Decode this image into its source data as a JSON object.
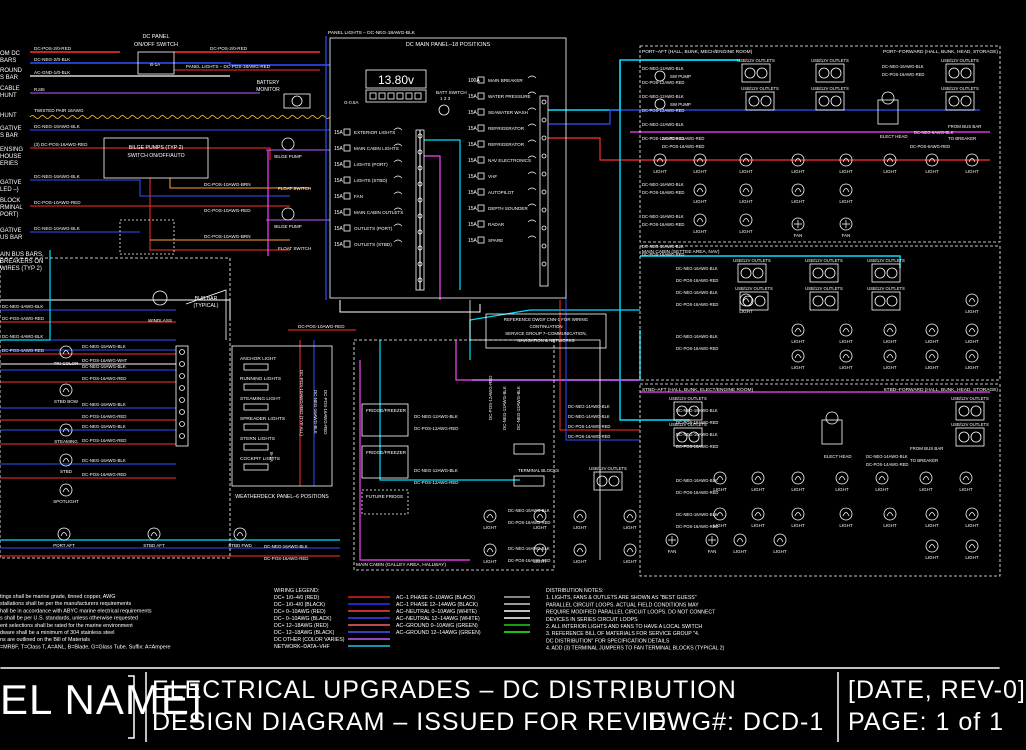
{
  "title_block": {
    "vessel_name": "EL NAME]",
    "line1": "ELECTRICAL UPGRADES – DC DISTRIBUTION",
    "line2": "DESIGN DIAGRAM – ISSUED FOR REVIEW",
    "dwg": "DWG#: DCD-1",
    "rev": "[DATE, REV-0]",
    "page": "PAGE: 1 of 1"
  },
  "left_labels": [
    "OM DC",
    "BARS",
    "ROUND",
    "S BAR",
    "CABLE",
    "HUNT",
    "HUNT",
    "GATIVE",
    "S BAR",
    "ENSING",
    "HOUSE",
    "ERIES",
    "GATIVE",
    "LED –)",
    "BLOCK",
    "RMINAL",
    "PORT)",
    "GATIVE",
    "US BAR",
    "AIN BUS BARS,",
    "BREAKERS ON",
    "WIRES (TYP 2)"
  ],
  "top_left_wires": [
    "DC-POS-2/0-RED",
    "DC-NEG-2/0-BLK",
    "AC-GND-1/0-BLK",
    "RJ45",
    "TWISTED PAIR 16AWG",
    "DC-NEG-16AWG-BLK",
    "(3) DC-POS-16AWG-RED",
    "DC-NEG-18AWG-BLK",
    "DC-POS-10AWG-RED",
    "DC-NEG-10AWG-BLK"
  ],
  "dc_panel": {
    "title1": "DC PANEL",
    "title2": "ON/OFF SWITCH",
    "fuse": "B-1A",
    "wire_out": "DC-POS-2/0-RED",
    "panel_lights": "PANEL LIGHTS – DC-POS-18AWG-RED"
  },
  "battery_monitor": {
    "label1": "BATTERY",
    "label2": "MONITOR"
  },
  "bilge": {
    "title1": "BILGE PUMPS (TYP 2)",
    "title2": "SWITCH ON/OFF/AUTO",
    "pump": "BILGE PUMP",
    "float": "FLOAT SWITCH",
    "w1": "DC-POS-10AWG-BRN",
    "w2": "DC-POS-10AWG-RED",
    "w3": "DC-POS-10AWG-BRN"
  },
  "main_panel": {
    "top_label": "PANEL LIGHTS – DC-NEG-18AWG-BLK",
    "title": "DC MAIN PANEL–18 POSITIONS",
    "voltage": "13.80v",
    "g_label": "G-0.5A",
    "batt_switch": "BATT SWITCH",
    "batt_nums": "1 2 3",
    "left_breakers": [
      {
        "amp": "15A",
        "name": "EXTERIOR LIGHTS"
      },
      {
        "amp": "15A",
        "name": "MAIN CABIN LIGHTS"
      },
      {
        "amp": "15A",
        "name": "LIGHTS (PORT)"
      },
      {
        "amp": "15A",
        "name": "LIGHTS (STBD)"
      },
      {
        "amp": "15A",
        "name": "FAN"
      },
      {
        "amp": "15A",
        "name": "MAIN CABIN OUTLETS"
      },
      {
        "amp": "15A",
        "name": "OUTLETS (PORT)"
      },
      {
        "amp": "15A",
        "name": "OUTLETS (STBD)"
      }
    ],
    "right_breakers": [
      {
        "amp": "100A",
        "name": "MAIN BREAKER"
      },
      {
        "amp": "15A",
        "name": "WATER PRESSURE"
      },
      {
        "amp": "15A",
        "name": "SEAWATER WASH"
      },
      {
        "amp": "15A",
        "name": "REFRIGERATOR"
      },
      {
        "amp": "15A",
        "name": "REFRIGERATOR"
      },
      {
        "amp": "15A",
        "name": "NAV ELECTRONICS"
      },
      {
        "amp": "15A",
        "name": "VHF"
      },
      {
        "amp": "15A",
        "name": "AUTOPILOT"
      },
      {
        "amp": "15A",
        "name": "DEPTH SOUNDER"
      },
      {
        "amp": "15A",
        "name": "RADAR"
      },
      {
        "amp": "15A",
        "name": "SPARE"
      }
    ]
  },
  "reference_note": [
    "REFERENCE DWG# CNN-1 FOR WIRING",
    "CONTINUATION",
    "SERVICE GROUP 7–COMMUNICATION,",
    "NAVIGATION & NETWORKS"
  ],
  "bus_bar": {
    "label1": "BUS BAR",
    "label2": "(TYPICAL)"
  },
  "windlass": {
    "label": "WINDLASS"
  },
  "left_column_wires": [
    "DC-NEG-4AWG-BLK",
    "DC-POS-4AWG-RED",
    "DC-NEG-4AWG-BLK",
    "DC-POS-4AWG-RED",
    "DC-NEG-16AWG-BLK",
    "DC-POS-16AWG-WHT",
    "DC-NEG-16AWG-BLK",
    "DC-POS-16AWG-RED",
    "DC-NEG-16AWG-BLK",
    "DC-POS-16AWG-RED",
    "DC-NEG-16AWG-BLK",
    "DC-POS-16AWG-RED",
    "DC-NEG-16AWG-BLK",
    "DC-POS-16AWG-RED"
  ],
  "nav_lights": [
    "TRI-COLOR",
    "STBD BOW",
    "STEAMING",
    "STBD",
    "SPOTLIGHT",
    "PORT AFT",
    "STBD AFT",
    "STBD FWD"
  ],
  "weatherdeck": {
    "title": "WEATHERDECK PANEL–6 POSITIONS",
    "switches": [
      "ANCHOR LIGHT",
      "RUNNING LIGHTS",
      "STEAMING LIGHT",
      "SPREADER LIGHTS",
      "STERN LIGHTS",
      "COCKPIT LIGHTS"
    ],
    "vert_wires": [
      "DC-POS-10AWG-RED (TYP ALL)",
      "DC-NEG-16AWG-BLK",
      "DC-POS-16AWG-RED"
    ],
    "feed": "DC-POS-10AWG-RED",
    "b1a": "B-1A"
  },
  "galley": {
    "fridge": "FRIDGE/FREEZER",
    "future": "FUTURE FRIDGE",
    "wires": [
      "DC-NEG-12AWG-BLK",
      "DC-POS-12AWG-RED",
      "DC-NEG-12AWG-BLK",
      "DC-POS-12AWG-RED"
    ],
    "label": "MAIN CABIN (GALLEY AREA, HALLWAY)",
    "terminal": "TERMINAL BLOCKS",
    "usb": "USB/12V OUTLETS"
  },
  "port_aft": {
    "title": "PORT–AFT (HALL, BUNK, MECH/ENGINE ROOM)",
    "sw_pump": "SW PUMP"
  },
  "port_fwd": {
    "title": "PORT–FORWARD (HALL, BUNK, HEAD, STORAGE)"
  },
  "main_cabin": {
    "title": "MAIN CABIN (SETTEE AREA, NAV)"
  },
  "stbd_aft": {
    "title": "STBD–AFT (HALL, BUNK, ELECT/ENGINE ROOM)"
  },
  "stbd_fwd": {
    "title": "STBD–FORWARD (HALL, BUNK, HEAD, STORAGE)"
  },
  "common": {
    "usb": "USB/12V OUTLETS",
    "light": "LIGHT",
    "fan": "FAN",
    "elect_head": "ELECT HEAD",
    "from_bus": "FROM BUS BAR",
    "to_breaker": "TO BREAKER",
    "neg12": "DC-NEG-12AWG-BLK",
    "pos12": "DC-POS-12AWG-RED",
    "neg16": "DC-NEG-16AWG-BLK",
    "pos16": "DC-POS-16AWG-RED",
    "neg14": "DC-NEG-14AWG-BLK",
    "pos14": "DC-POS-14AWG-RED",
    "pos16b": "DC-POS-16AWG-RED",
    "pos6": "DC-POS-6AWG-RED",
    "neg6": "DC-NEG-6AWG-BLK"
  },
  "general_notes": [
    "tings shall be marine grade, tinned copper, AWG",
    "stallations shall be per the manufacturers requirements",
    "hall be in accordance with ABYC marine electrical requirements",
    "s shall be per U.S. standards, unless otherwise requested",
    "ent selections shall be rated for the marine environment",
    "dware shall be a minimum of 304 stainless steel",
    "ns are outlined on the Bill of Materials",
    "=MRBF, T=Class T, A=ANL, B=Blade, G=Glass Tube. Suffix: A=Ampere"
  ],
  "wiring_legend": {
    "title": "WIRING LEGEND:",
    "left": [
      "DC+ 1/0–4/0 (RED)",
      "DC– 1/0–4/0 (BLACK)",
      "DC+ 0–10AWG (RED)",
      "DC– 0–10AWG (BLACK)",
      "DC+ 12–18AWG (RED)",
      "DC– 12–18AWG (BLACK)",
      "DC OTHER (COLOR VARIES)",
      "NETWORK–DATA–VHF"
    ],
    "right": [
      "AC–1 PHASE 0–10AWG (BLACK)",
      "AC–1 PHASE 12–14AWG (BLACK)",
      "AC–NEUTRAL 0–10AWG (WHITE)",
      "AC–NEUTRAL 12–14AWG (WHITE)",
      "AC–GROUND 0–10AWG (GREEN)",
      "AC–GROUND 12–14AWG (GREEN)"
    ],
    "left_colors": [
      "#e02020",
      "#3030ff",
      "#ff4040",
      "#4040ff",
      "#ff6060",
      "#5050ff",
      "#c060ff",
      "#20c8e0"
    ],
    "right_colors": [
      "#b0b0b0",
      "#d0d0d0",
      "#ffffff",
      "#ffffff",
      "#20d020",
      "#20ff20"
    ]
  },
  "distribution_notes": [
    "DISTRIBUTION NOTES:",
    "1. LIGHTS, FANS & OUTLETS ARE SHOWN AS \"BEST GUESS\"",
    "   PARALLEL CIRCUIT LOOPS. ACTUAL FIELD CONDITIONS MAY",
    "   REQUIRE MODIFIED PARALLEL CIRCUIT LOOPS. DO NOT CONNECT",
    "   DEVICES IN SERIES CIRCUIT LOOPS",
    "2. ALL INTERIOR LIGHTS AND FANS TO HAVE A LOCAL SWITCH",
    "3. REFERENCE BILL OF MATERIALS FOR SERVICE GROUP \"4.",
    "   DC DISTRIBUTION\" FOR SPECIFICATION DETAILS",
    "4. ADD (3) TERMINAL JUMPERS TO FAN TERMINAL BLOCKS (TYPICAL 2)"
  ]
}
